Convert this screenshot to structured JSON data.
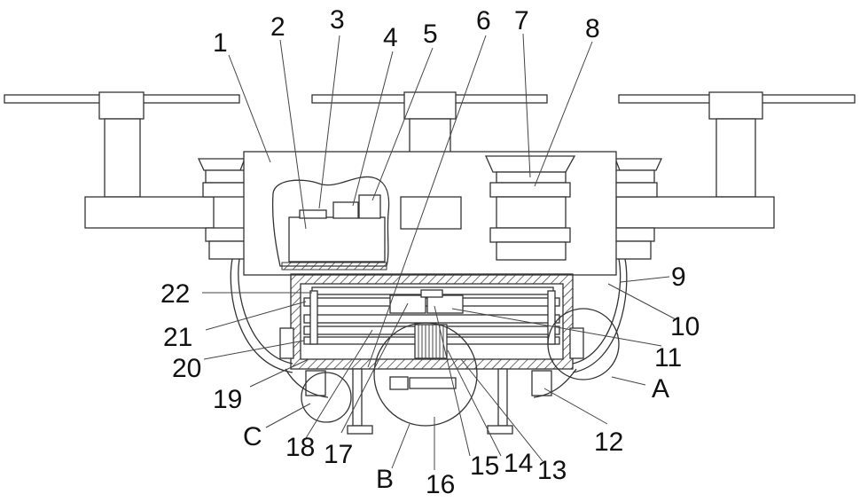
{
  "figure": {
    "type": "patent-mechanical-drawing",
    "subject": "drone",
    "callouts": {
      "c1": "1",
      "c2": "2",
      "c3": "3",
      "c4": "4",
      "c5": "5",
      "c6": "6",
      "c7": "7",
      "c8": "8",
      "c9": "9",
      "c10": "10",
      "c11": "11",
      "c12": "12",
      "c13": "13",
      "c14": "14",
      "c15": "15",
      "c16": "16",
      "c17": "17",
      "c18": "18",
      "c19": "19",
      "c20": "20",
      "c21": "21",
      "c22": "22",
      "cA": "A",
      "cB": "B",
      "cC": "C"
    }
  }
}
